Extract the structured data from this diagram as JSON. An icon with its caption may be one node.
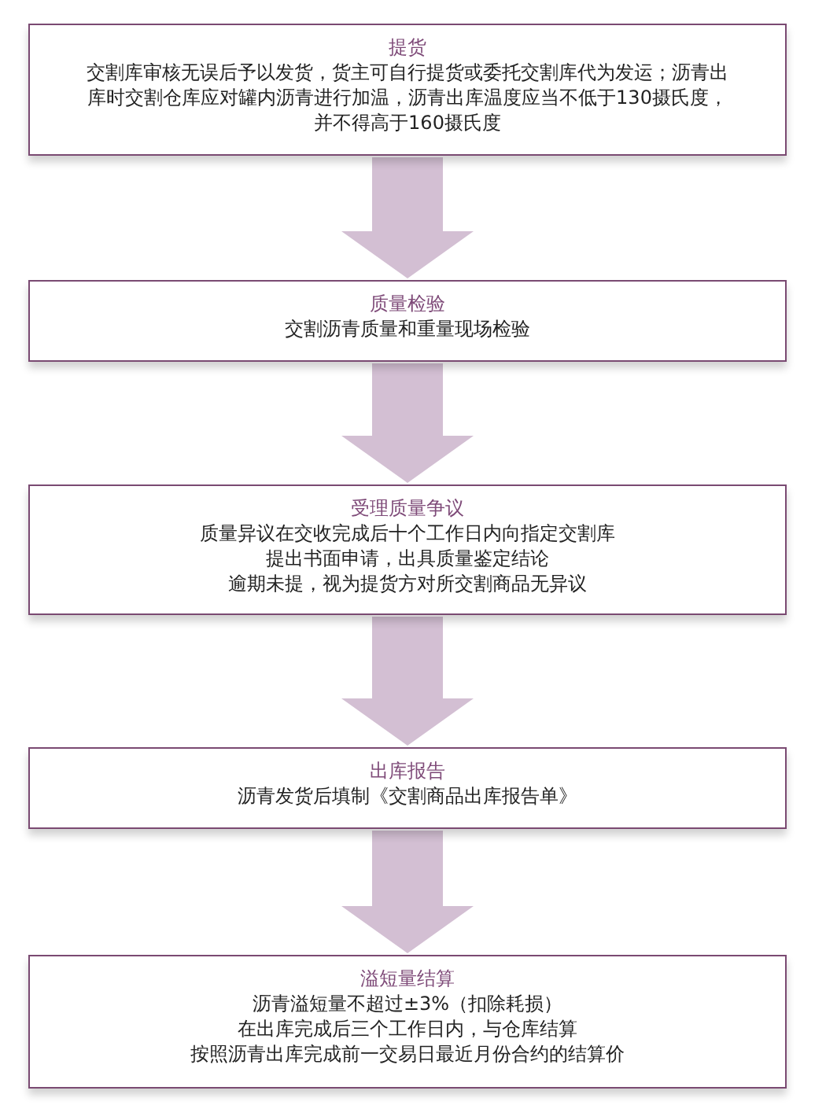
{
  "diagram": {
    "nodes": [
      {
        "text": [
          "提货",
          "交割库审核无误后予以发货，货主可自行提货或委托交割库代为发运；沥青出库时交割仓库应对罐内沥青进行加温，沥青出库温度应当不低于130摄氏度，并不得高于160摄氏度"
        ]
      },
      {
        "text": [
          "质量检验",
          "交割沥青质量和重量现场检验"
        ]
      },
      {
        "text": [
          "受理质量争议",
          "质量异议在交收完成后十个工作日内向指定交割库",
          "提出书面申请，出具质量鉴定结论",
          "逾期未提，视为提货方对所交割商品无异议"
        ]
      },
      {
        "text": [
          "出库报告",
          "沥青发货后填制《交割商品出库报告单》"
        ]
      },
      {
        "text": [
          "溢短量结算",
          "沥青溢短量不超过±3%（扣除耗损）",
          "在出库完成后三个工作日内，与仓库结算",
          "按照沥青出库完成前一交易日最近月份合约的结算价"
        ]
      }
    ],
    "edges": [
      {
        "from": 0,
        "to": 1,
        "arrow": "to"
      },
      {
        "from": 1,
        "to": 2,
        "arrow": "to"
      },
      {
        "from": 2,
        "to": 3,
        "arrow": "to"
      },
      {
        "from": 3,
        "to": 4,
        "arrow": "to"
      }
    ]
  }
}
